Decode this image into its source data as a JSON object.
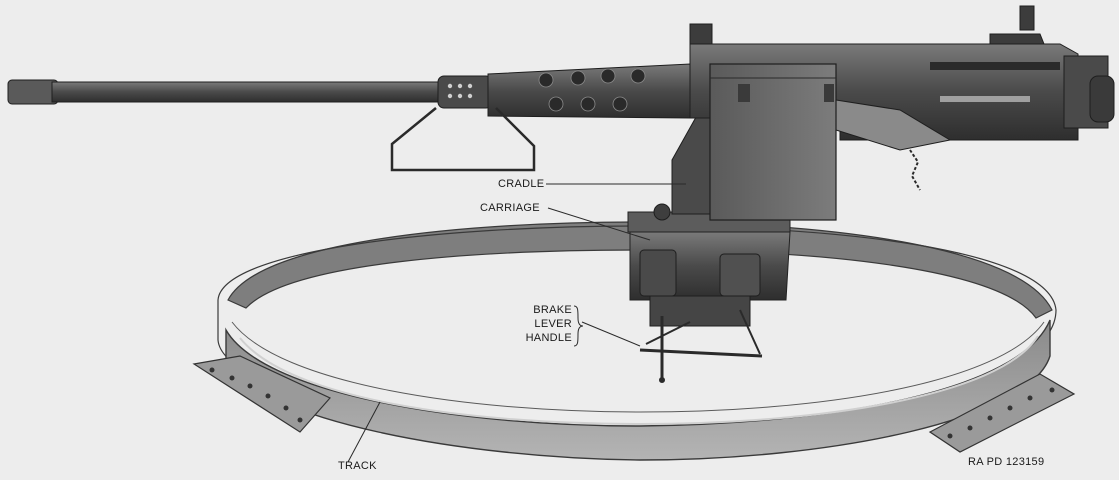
{
  "labels": {
    "cradle": "CRADLE",
    "carriage": "CARRIAGE",
    "brake_line1": "BRAKE",
    "brake_line2": "LEVER",
    "brake_line3": "HANDLE",
    "track": "TRACK"
  },
  "figure_id": "RA PD 123159",
  "colors": {
    "paper": "#ededed",
    "metal_dark": "#3c3c3c",
    "metal_mid": "#6a6a6a",
    "metal_light": "#9a9a9a",
    "ring_light": "#a8a8a8",
    "ring_dark": "#5a5a5a"
  }
}
